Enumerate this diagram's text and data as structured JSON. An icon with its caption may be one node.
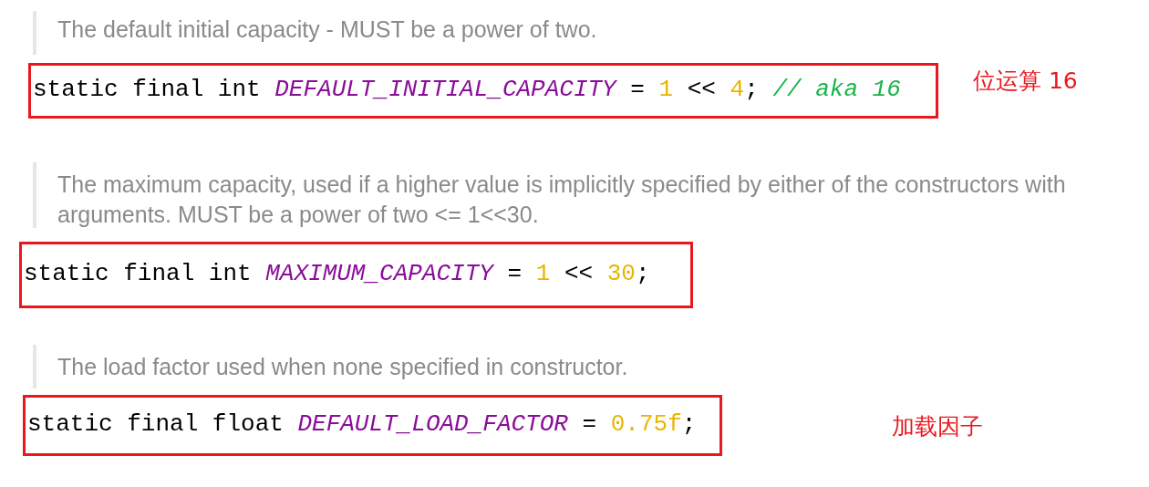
{
  "diagram": {
    "nodes": [
      {
        "text": [
          "static final int DEFAULT_INITIAL_CAPACITY = 1 << 4; // aka 16"
        ]
      },
      {
        "text": [
          "static final int MAXIMUM_CAPACITY = 1 << 30;"
        ]
      },
      {
        "text": [
          "static final float DEFAULT_LOAD_FACTOR = 0.75f;"
        ]
      }
    ],
    "labels": [
      "The default initial capacity - MUST be a power of two.",
      "位运算 16",
      "The maximum capacity, used if a higher value is implicitly specified by either of the constructors with arguments. MUST be a power of two <= 1<<30.",
      "The load factor used when none specified in constructor.",
      "加载因子"
    ]
  }
}
